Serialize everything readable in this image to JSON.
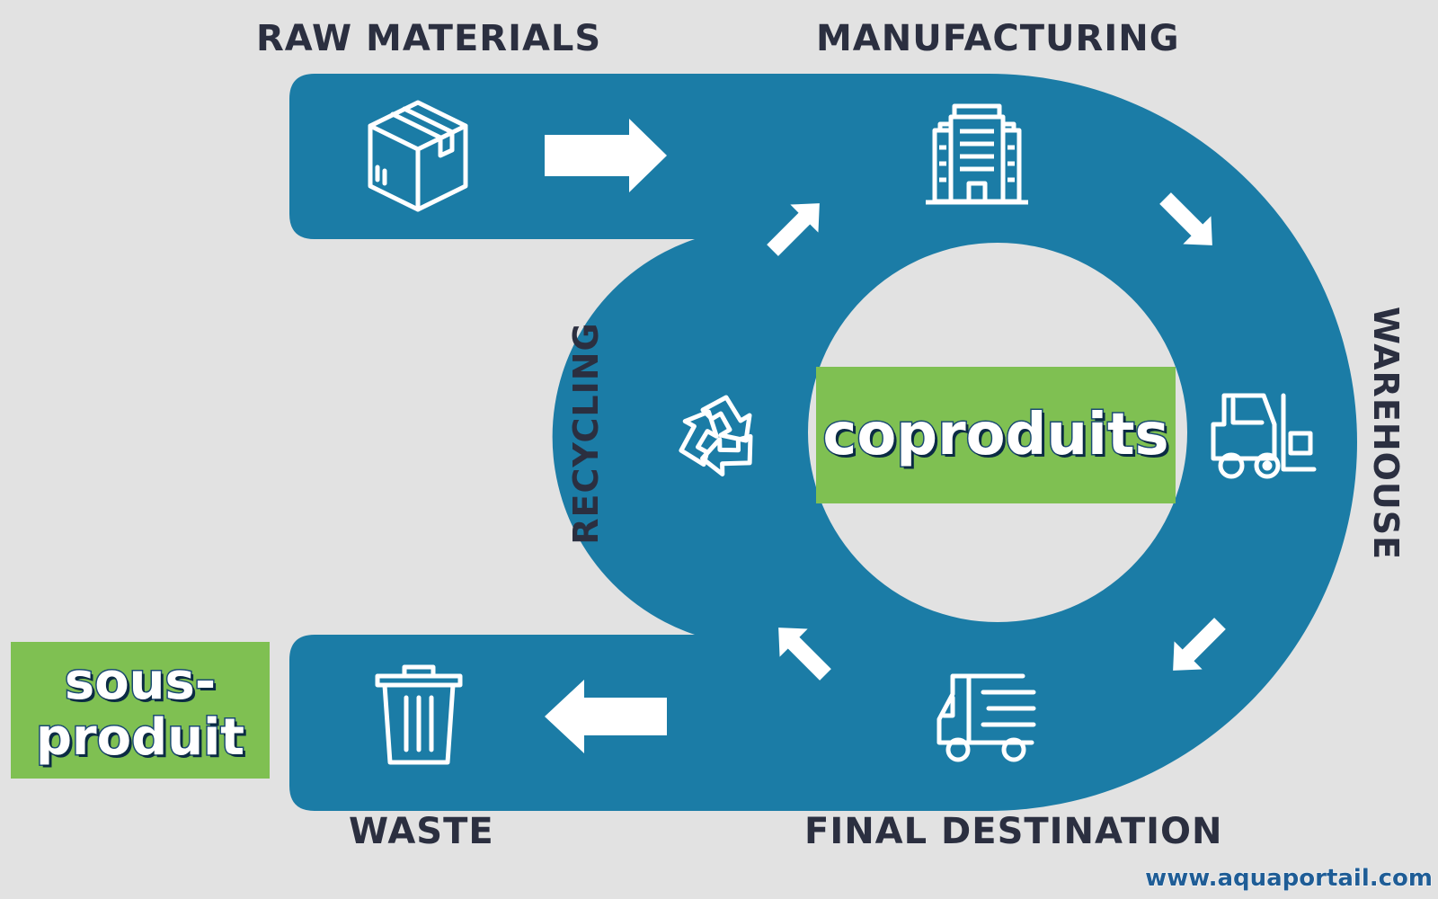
{
  "stages": {
    "raw_materials": "RAW MATERIALS",
    "manufacturing": "MANUFACTURING",
    "warehouse": "WAREHOUSE",
    "final_destination": "FINAL DESTINATION",
    "waste": "WASTE",
    "recycling": "RECYCLING"
  },
  "tags": {
    "center": "coproduits",
    "left_line1": "sous-",
    "left_line2": "produit"
  },
  "website": "www.aquaportail.com",
  "icons": [
    "box-icon",
    "factory-icon",
    "forklift-icon",
    "truck-icon",
    "trash-can-icon",
    "recycle-icon"
  ],
  "colors": {
    "background": "#e2e2e2",
    "track": "#1b7ca6",
    "tag_green": "#7fc052",
    "label_dark": "#2b2f40",
    "url_blue": "#1f5d96"
  }
}
